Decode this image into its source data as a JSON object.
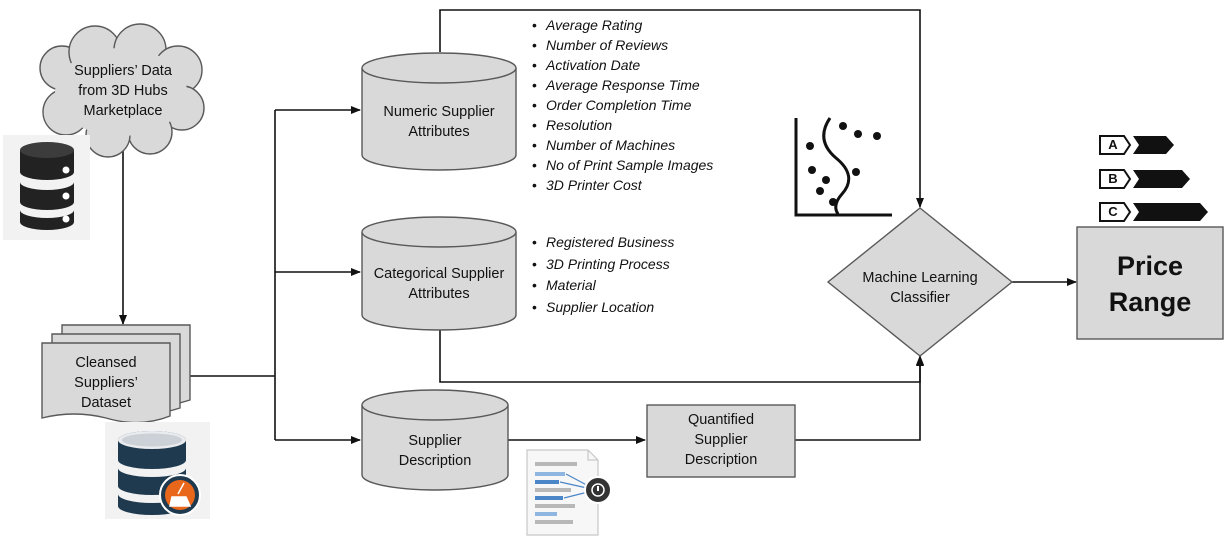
{
  "source_node": {
    "label_line1": "Suppliers’ Data",
    "label_line2": "from 3D Hubs",
    "label_line3": "Marketplace"
  },
  "dataset_node": {
    "label_line1": "Cleansed",
    "label_line2": "Suppliers’",
    "label_line3": "Dataset"
  },
  "numeric_node": {
    "label_line1": "Numeric Supplier",
    "label_line2": "Attributes"
  },
  "categorical_node": {
    "label_line1": "Categorical Supplier",
    "label_line2": "Attributes"
  },
  "description_node": {
    "label_line1": "Supplier",
    "label_line2": "Description"
  },
  "quantified_node": {
    "label_line1": "Quantified",
    "label_line2": "Supplier",
    "label_line3": "Description"
  },
  "classifier_node": {
    "label_line1": "Machine Learning",
    "label_line2": "Classifier"
  },
  "output_node": {
    "label_line1": "Price",
    "label_line2": "Range"
  },
  "numeric_attributes": [
    "Average Rating",
    "Number of Reviews",
    "Activation Date",
    "Average Response Time",
    "Order Completion Time",
    "Resolution",
    "Number of Machines",
    "No of Print Sample Images",
    "3D Printer Cost"
  ],
  "categorical_attributes": [
    "Registered Business",
    "3D Printing Process",
    "Material",
    "Supplier Location"
  ],
  "price_grades": [
    "A",
    "B",
    "C"
  ],
  "colors": {
    "node_fill": "#d9d9d9",
    "node_stroke": "#595959",
    "arrow": "#111111",
    "db_icon_dark": "#222222",
    "db_icon_navy": "#1f3a4f",
    "broom_badge": "#e8671a"
  },
  "icons": [
    "database-icon",
    "database-clean-icon",
    "scatter-plot-icon",
    "document-analysis-icon",
    "price-grade-tag-icon"
  ]
}
